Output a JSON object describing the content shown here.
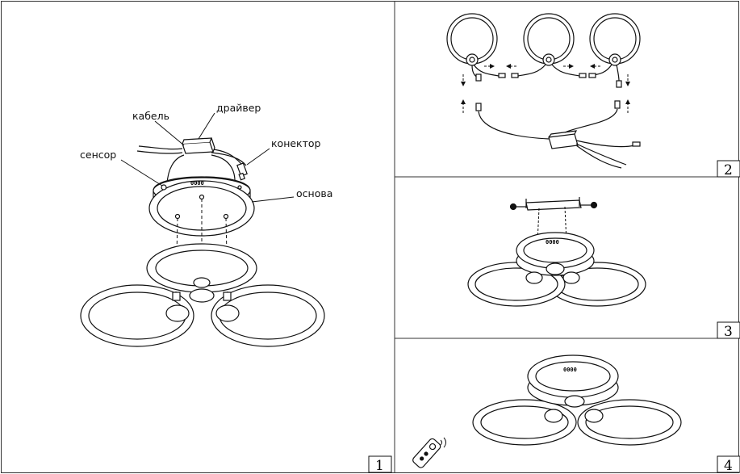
{
  "panels": [
    {
      "number": "1",
      "labels": {
        "cable": "кабель",
        "driver": "драйвер",
        "sensor": "сенсор",
        "connector": "конектор",
        "base": "основа"
      },
      "port_marks": "0000"
    },
    {
      "number": "2"
    },
    {
      "number": "3",
      "port_marks": "0000"
    },
    {
      "number": "4",
      "port_marks": "0000"
    }
  ],
  "colors": {
    "line": "#111111",
    "frame": "#333333",
    "background": "#ffffff"
  },
  "icons": [
    "remote-control-icon",
    "wireless-signal-icon"
  ]
}
